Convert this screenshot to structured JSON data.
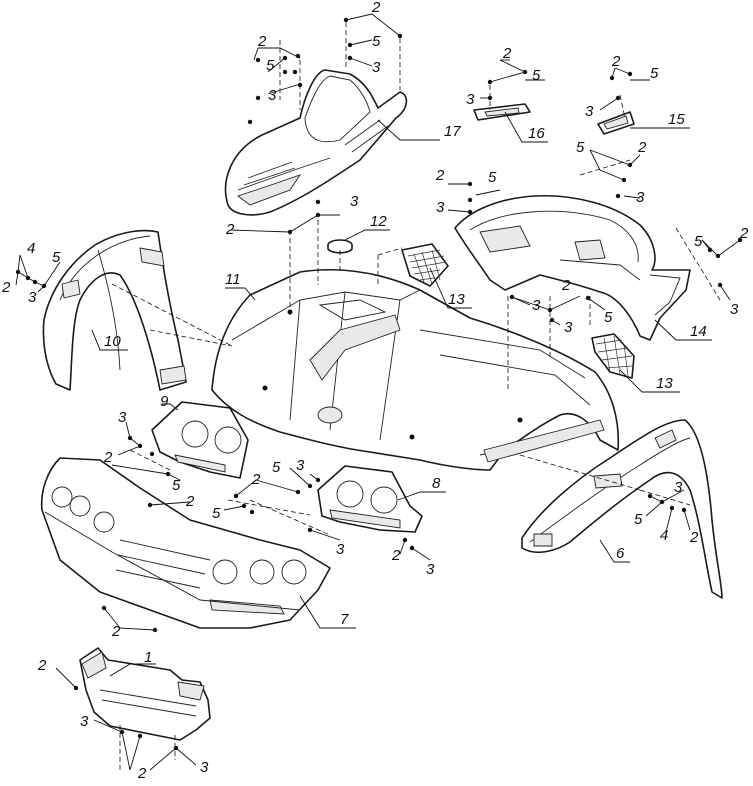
{
  "callouts": {
    "c1": "1",
    "c2": "2",
    "c3": "3",
    "c4": "4",
    "c5": "5",
    "c6": "6",
    "c7": "7",
    "c8": "8",
    "c9": "9",
    "c10": "10",
    "c11": "11",
    "c12": "12",
    "c13": "13",
    "c14": "14",
    "c15": "15",
    "c16": "16",
    "c17": "17"
  },
  "colors": {
    "line": "#1a1a1a",
    "background": "#ffffff",
    "shade": "#e9e9e9"
  }
}
